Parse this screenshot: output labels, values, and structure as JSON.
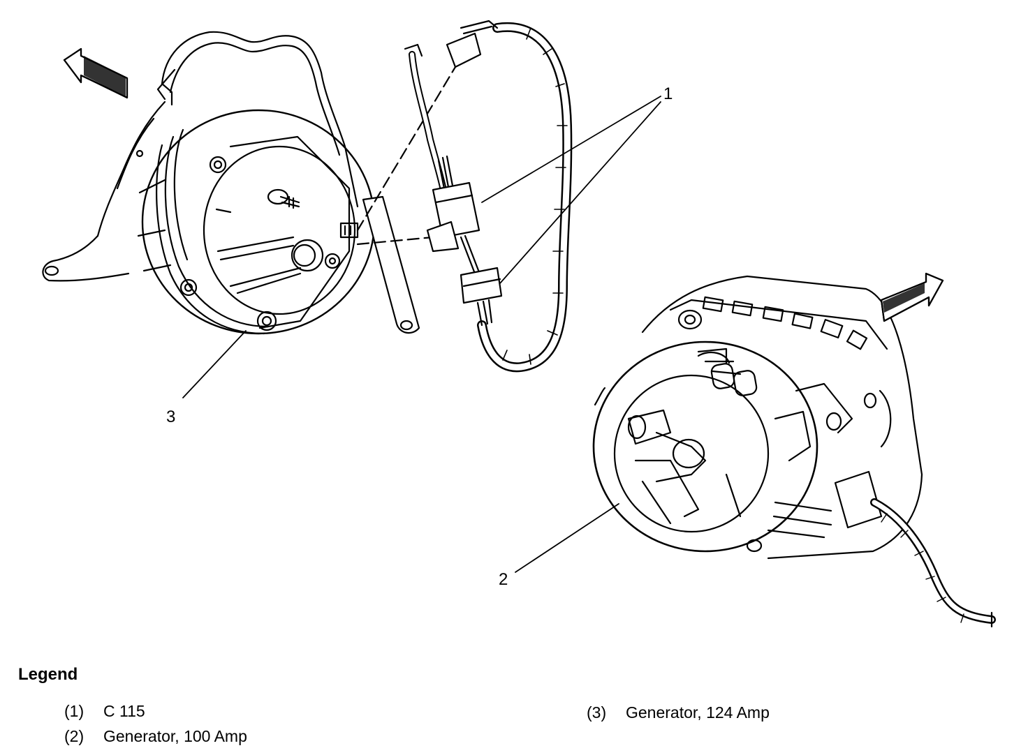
{
  "diagram": {
    "callouts": {
      "c1": "1",
      "c2": "2",
      "c3": "3"
    }
  },
  "legend": {
    "title": "Legend",
    "items": [
      {
        "num": "(1)",
        "label": "C 115"
      },
      {
        "num": "(2)",
        "label": "Generator, 100 Amp"
      },
      {
        "num": "(3)",
        "label": "Generator, 124 Amp"
      }
    ]
  }
}
